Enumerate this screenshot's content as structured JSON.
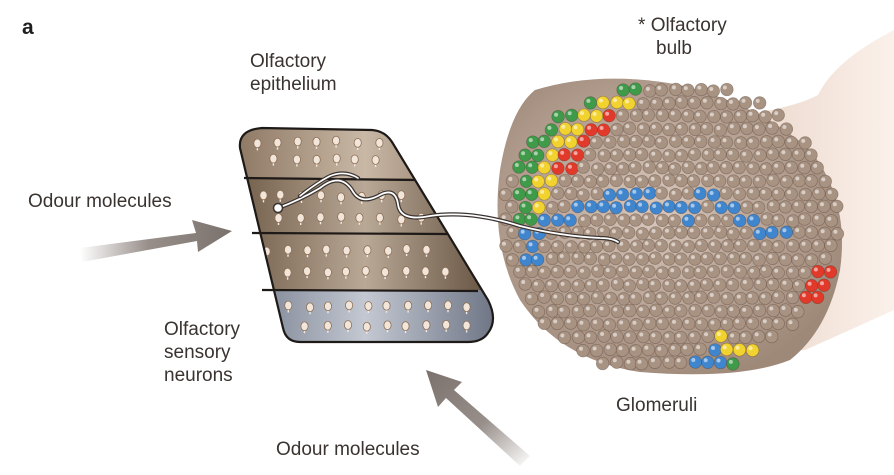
{
  "figure": {
    "panel_letter": "a",
    "labels": {
      "olfactory_epithelium_line1": "Olfactory",
      "olfactory_epithelium_line2": "epithelium",
      "olfactory_bulb_star": "*",
      "olfactory_bulb_line1": "Olfactory",
      "olfactory_bulb_line2": "bulb",
      "odour_molecules_left": "Odour molecules",
      "odour_molecules_bottom": "Odour molecules",
      "sensory_neurons_line1": "Olfactory",
      "sensory_neurons_line2": "sensory",
      "sensory_neurons_line3": "neurons",
      "glomeruli": "Glomeruli"
    },
    "colors": {
      "text": "#3a3330",
      "arrow": "#8c827d",
      "epithelium_band_dark": "#6e5a46",
      "epithelium_band_light": "#b9a896",
      "epithelium_bottom_band": "#9aa0ad",
      "glomerulus_brown": "#a89282",
      "glomerulus_blue": "#3f86cf",
      "glomerulus_green": "#3f9a4a",
      "glomerulus_yellow": "#f2d22e",
      "glomerulus_red": "#e23a2a",
      "bulb_stalk": "#f4e4da"
    }
  }
}
